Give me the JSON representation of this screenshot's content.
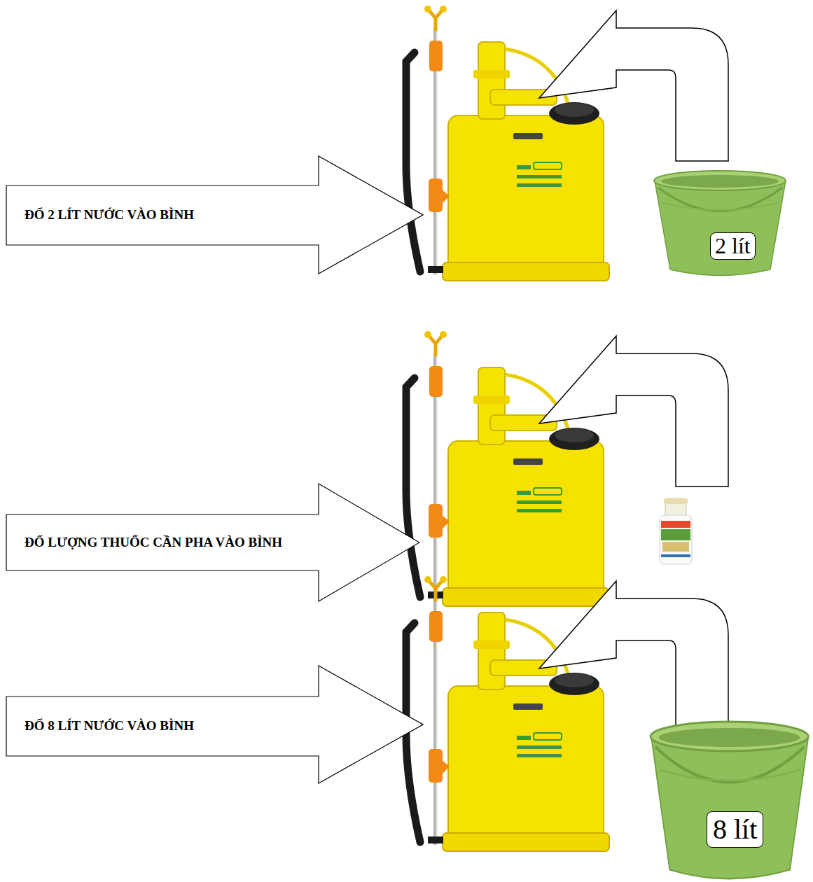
{
  "diagram": {
    "nodes": [
      {
        "text": [
          "ĐỔ 2 LÍT NƯỚC VÀO BÌNH"
        ]
      },
      {
        "text": [
          "2 lít"
        ]
      },
      {
        "text": [
          "ĐỔ LƯỢNG THUỐC CẦN PHA VÀO BÌNH"
        ]
      },
      {
        "text": [
          "ĐỔ 8 LÍT NƯỚC VÀO BÌNH"
        ]
      },
      {
        "text": [
          "8 lít"
        ]
      }
    ]
  }
}
